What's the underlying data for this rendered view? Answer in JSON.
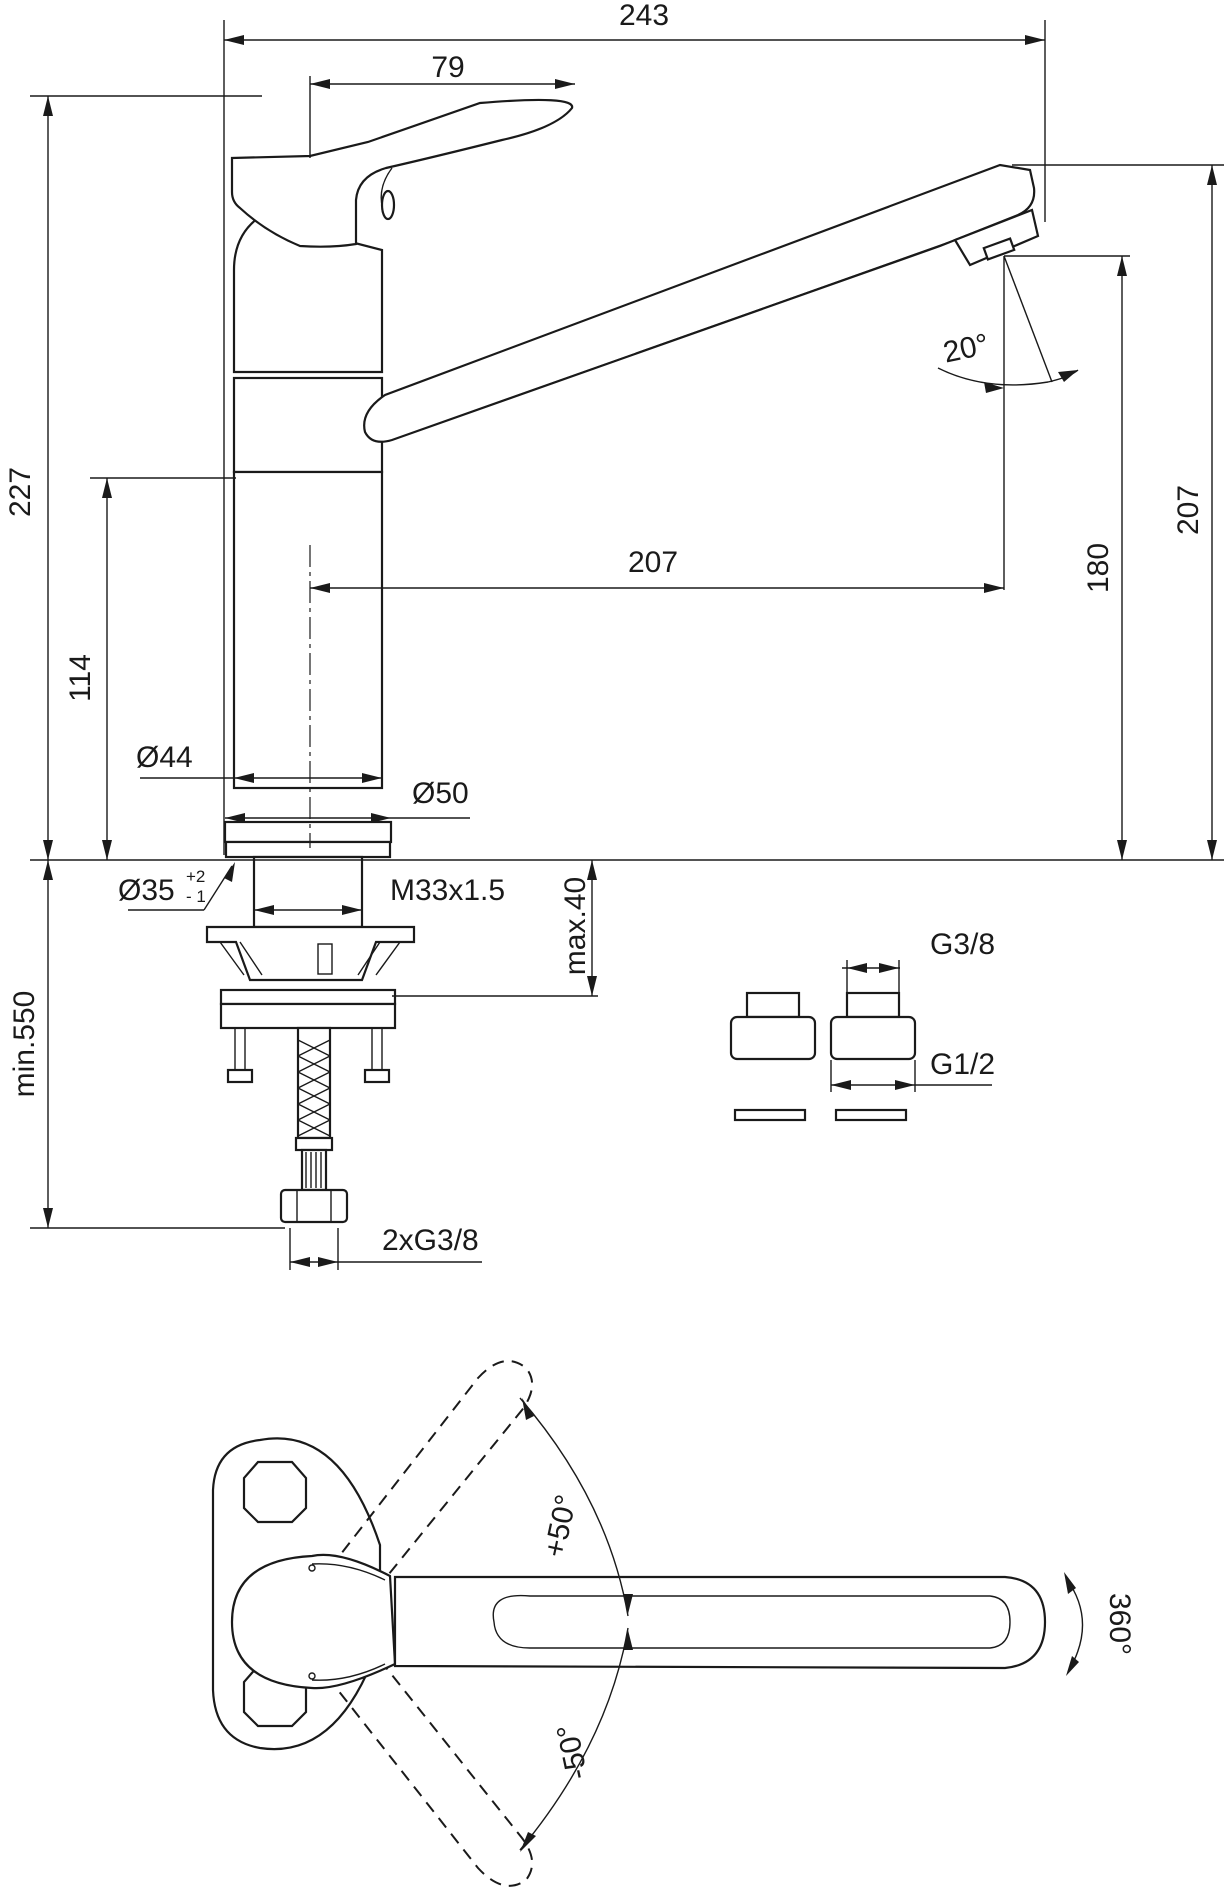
{
  "dimensions": {
    "total_width": "243",
    "handle_width": "79",
    "total_height": "227",
    "base_height": "114",
    "spout_reach": "207",
    "spout_height": "207",
    "outlet_height": "180",
    "spout_angle": "20°",
    "dia_44": "Ø44",
    "dia_50": "Ø50",
    "dia_35": "Ø35",
    "dia_35_tol_plus": "+2",
    "dia_35_tol_minus": "- 1",
    "thread": "M33x1.5",
    "deck_thickness": "max.40",
    "hose_length": "min.550",
    "hose_connector": "2xG3/8",
    "adapter_in": "G3/8",
    "adapter_out": "G1/2"
  },
  "top_view": {
    "swing_pos": "+50°",
    "swing_neg": "-50°",
    "rotation": "360°"
  }
}
